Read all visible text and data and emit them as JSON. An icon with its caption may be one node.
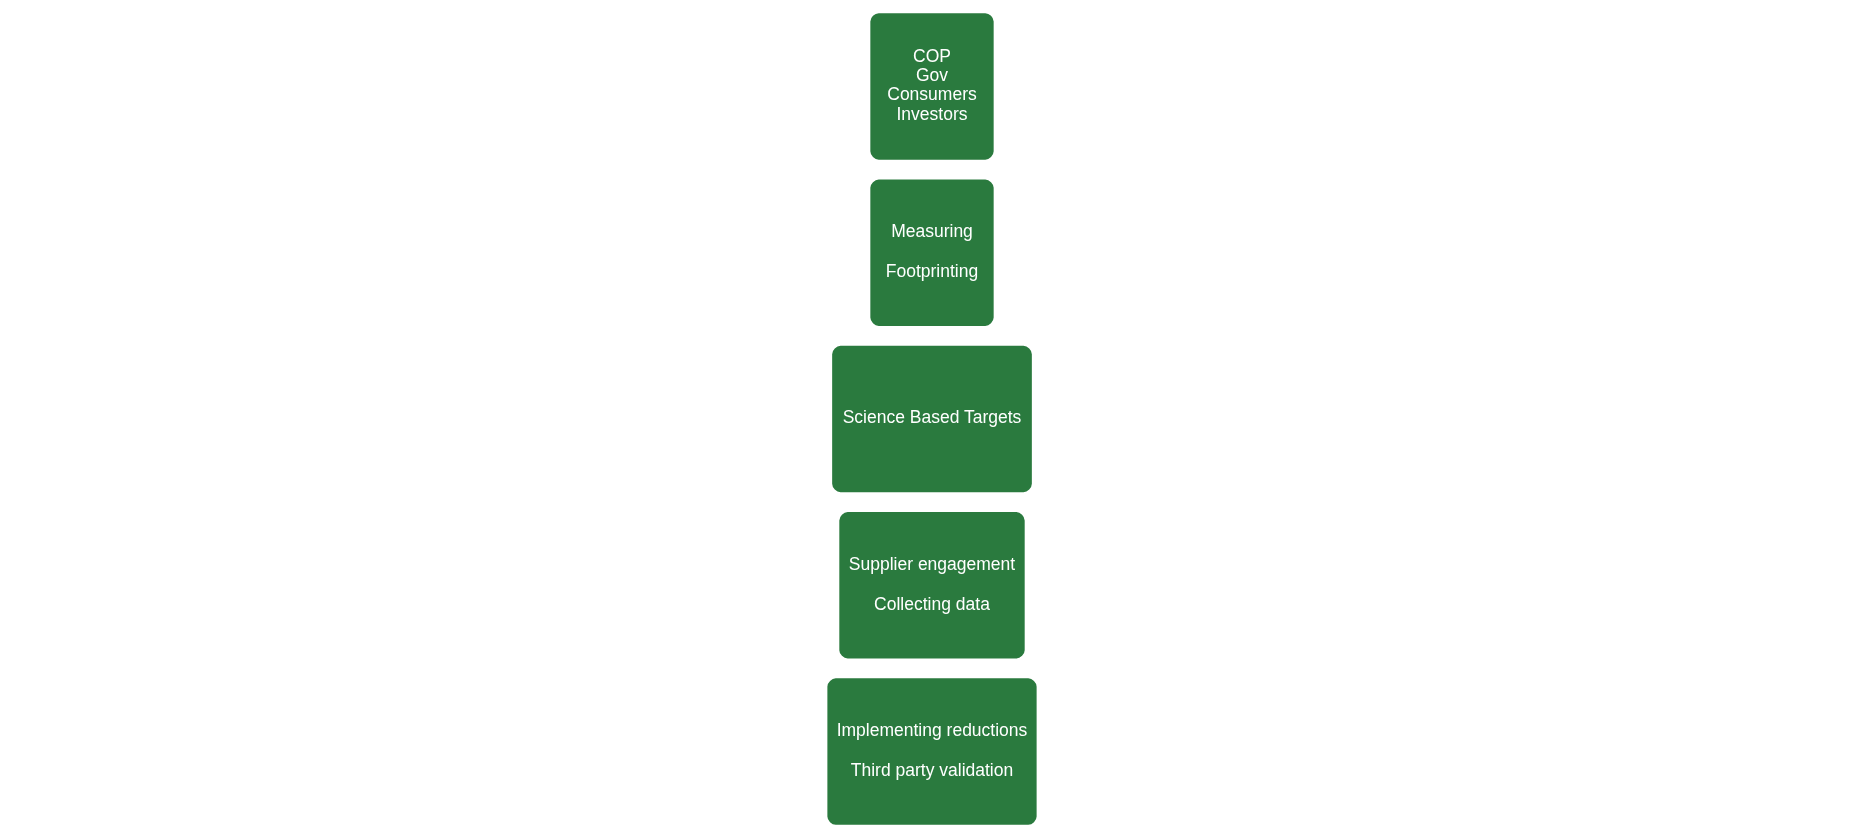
{
  "diagram": {
    "nodes": [
      {
        "text": [
          "COP",
          "Gov",
          "Consumers",
          "Investors"
        ]
      },
      {
        "text": [
          "Measuring",
          "Footprinting"
        ]
      },
      {
        "text": [
          "Science Based Targets"
        ]
      },
      {
        "text": [
          "Supplier engagement",
          "Collecting data"
        ]
      },
      {
        "text": [
          "Implementing reductions",
          "Third party validation"
        ]
      }
    ]
  }
}
